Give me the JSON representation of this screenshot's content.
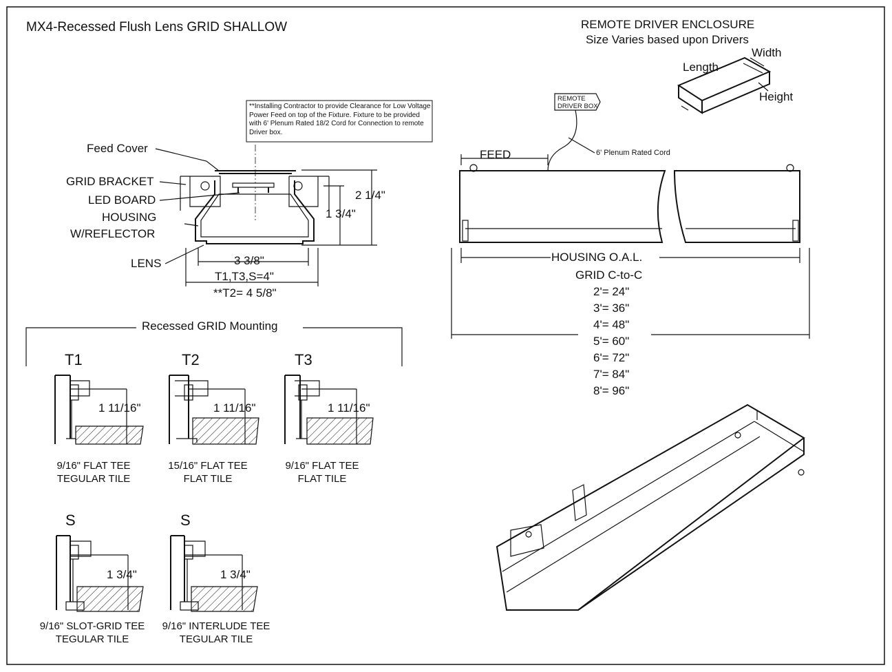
{
  "title": "MX4-Recessed Flush Lens GRID SHALLOW",
  "section_view": {
    "note": "**Installing Contractor to provide Clearance for Low Voltage Power Feed on top of the Fixture. Fixture to be provided with 6' Plenum Rated 18/2 Cord for Connection to remote Driver box.",
    "callouts": {
      "feed_cover": "Feed Cover",
      "grid_bracket": "GRID BRACKET",
      "led_board": "LED BOARD",
      "housing_1": "HOUSING",
      "housing_2": "W/REFLECTOR",
      "lens": "LENS"
    },
    "dims": {
      "overall_height": "2 1/4\"",
      "housing_height": "1 3/4\"",
      "lens_width": "3 3/8\"",
      "width_t1t3s": "T1,T3,S=4\"",
      "width_t2": "**T2= 4 5/8\""
    }
  },
  "mounting": {
    "heading": "Recessed GRID Mounting",
    "items": [
      {
        "code": "T1",
        "dim": "1 11/16\"",
        "line1": "9/16\" FLAT TEE",
        "line2": "TEGULAR TILE"
      },
      {
        "code": "T2",
        "dim": "1 11/16\"",
        "line1": "15/16\" FLAT TEE",
        "line2": "FLAT TILE"
      },
      {
        "code": "T3",
        "dim": "1 11/16\"",
        "line1": "9/16\" FLAT TEE",
        "line2": "FLAT TILE"
      },
      {
        "code": "S",
        "dim": "1 3/4\"",
        "line1": "9/16\" SLOT-GRID TEE",
        "line2": "TEGULAR TILE"
      },
      {
        "code": "S",
        "dim": "1 3/4\"",
        "line1": "9/16\" INTERLUDE TEE",
        "line2": "TEGULAR TILE"
      }
    ]
  },
  "driver_enclosure": {
    "heading_1": "REMOTE DRIVER ENCLOSURE",
    "heading_2": "Size Varies based upon Drivers",
    "width": "Width",
    "length": "Length",
    "height": "Height"
  },
  "elevation": {
    "remote_box_1": "REMOTE",
    "remote_box_2": "DRIVER BOX",
    "feed": "FEED",
    "cord": "6' Plenum Rated Cord",
    "housing_oal": "HOUSING O.A.L.",
    "grid_ctc": "GRID C-to-C",
    "sizes": [
      "2'= 24\"",
      "3'= 36\"",
      "4'= 48\"",
      "5'= 60\"",
      "6'= 72\"",
      "7'= 84\"",
      "8'= 96\""
    ]
  }
}
